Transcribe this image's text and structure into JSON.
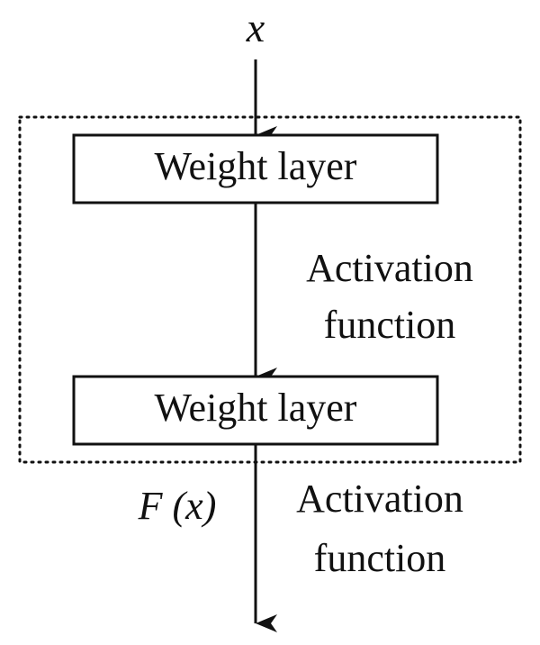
{
  "input_label": "x",
  "layers": [
    {
      "label": "Weight layer"
    },
    {
      "label": "Weight layer"
    }
  ],
  "activations": [
    {
      "line1": "Activation",
      "line2": "function"
    },
    {
      "line1": "Activation",
      "line2": "function"
    }
  ],
  "output_label": "F (x)"
}
